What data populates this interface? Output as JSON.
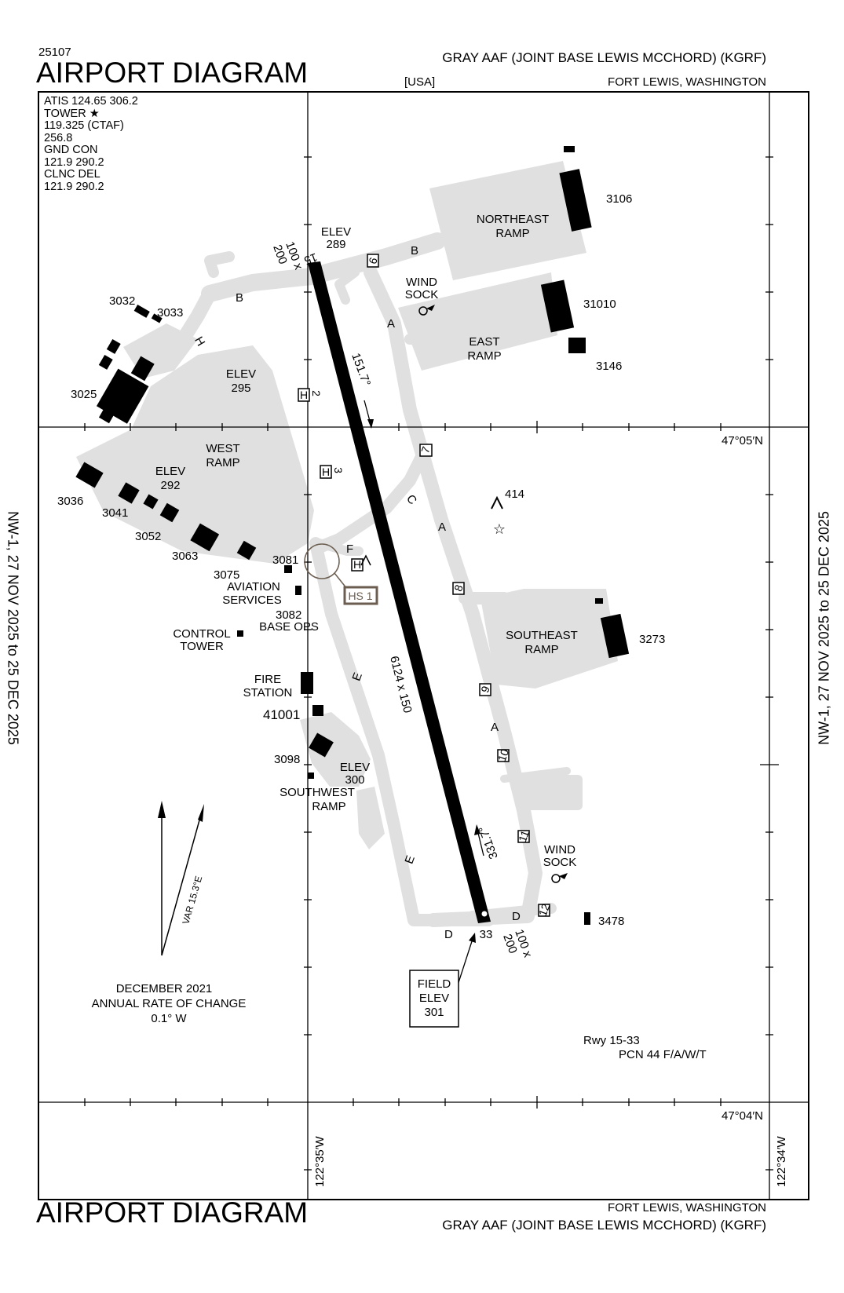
{
  "header": {
    "chart_number": "25107",
    "title": "AIRPORT DIAGRAM",
    "airport": "GRAY AAF (JOINT BASE LEWIS MCCHORD)  (KGRF)",
    "country": "[USA]",
    "location": "FORT LEWIS, WASHINGTON"
  },
  "footer": {
    "title": "AIRPORT DIAGRAM",
    "location": "FORT LEWIS, WASHINGTON",
    "airport": "GRAY AAF (JOINT BASE LEWIS MCCHORD)  (KGRF)"
  },
  "effective_dates": "NW-1,  27 NOV 2025  to  25 DEC 2025",
  "frequencies": [
    "ATIS  124.65  306.2",
    "TOWER",
    "119.325 (CTAF)",
    "256.8",
    "GND CON",
    "121.9  290.2",
    "CLNC DEL",
    "121.9  290.2"
  ],
  "coordinates": {
    "lat_north": "47°05′N",
    "lat_south": "47°04′N",
    "lon_west": "122°35′W",
    "lon_east": "122°34′W"
  },
  "runway": {
    "name": "Rwy 15-33",
    "pcn": "PCN 44 F/A/W/T",
    "dimensions": "6124 x 150",
    "end_15": "15",
    "end_33": "33",
    "heading_15": "151.7°",
    "heading_33": "331.7°",
    "elev_15_label": "ELEV",
    "elev_15": "289",
    "width_15": "100 x",
    "length_15": "200",
    "width_33": "100 x",
    "length_33": "200"
  },
  "field_elev": {
    "label1": "FIELD",
    "label2": "ELEV",
    "value": "301"
  },
  "magnetic_var": {
    "var": "VAR 15.3°E",
    "date": "DECEMBER 2021",
    "rate_label": "ANNUAL RATE OF CHANGE",
    "rate": "0.1° W"
  },
  "ramps": {
    "northeast": [
      "NORTHEAST",
      "RAMP"
    ],
    "east": [
      "EAST",
      "RAMP"
    ],
    "west": [
      "WEST",
      "RAMP"
    ],
    "southeast": [
      "SOUTHEAST",
      "RAMP"
    ],
    "southwest": [
      "SOUTHWEST",
      "RAMP"
    ],
    "elev_label": "ELEV",
    "elev_295": "295",
    "elev_292": "292",
    "elev_300": "300"
  },
  "facilities": {
    "windsock": [
      "WIND",
      "SOCK"
    ],
    "aviation_services": [
      "AVIATION",
      "SERVICES"
    ],
    "base_ops": "BASE OPS",
    "control_tower": [
      "CONTROL",
      "TOWER"
    ],
    "fire_station": [
      "FIRE",
      "STATION"
    ],
    "hot_spot": "HS 1"
  },
  "buildings": [
    "3106",
    "31010",
    "3146",
    "3032",
    "3033",
    "3025",
    "3036",
    "3041",
    "3052",
    "3063",
    "3075",
    "3081",
    "3082",
    "41001",
    "3098",
    "3273",
    "3478",
    "414"
  ],
  "taxiways": [
    "A",
    "B",
    "C",
    "D",
    "E",
    "F",
    "H"
  ],
  "hold_signs": [
    "6",
    "7",
    "8",
    "9",
    "10",
    "11",
    "12"
  ],
  "helipad_signs": [
    "2",
    "3"
  ],
  "colors": {
    "pavement": "#e0e0e0",
    "ink": "#000000",
    "hotspot": "#6b5e50",
    "background": "#ffffff"
  }
}
